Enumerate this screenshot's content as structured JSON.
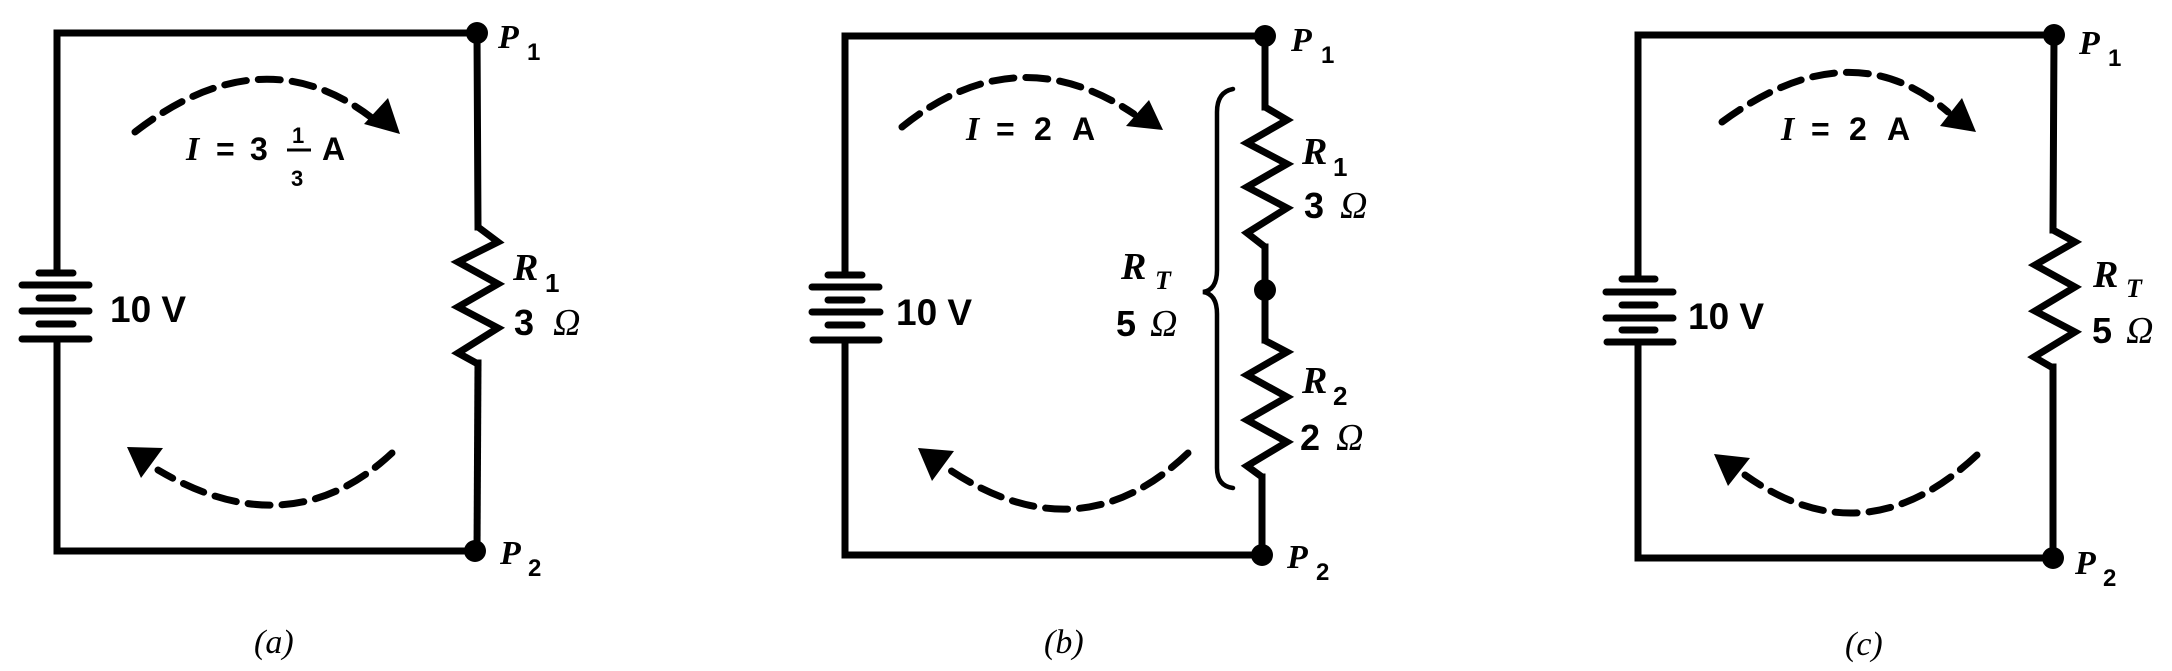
{
  "figure": {
    "panels": [
      {
        "id": "a",
        "caption": "(a)",
        "battery": {
          "voltage_label": "10 V"
        },
        "current": {
          "symbol": "I",
          "equals": "=",
          "whole": "3",
          "numerator": "1",
          "denominator": "3",
          "unit": "A"
        },
        "resistors": [
          {
            "name": "R",
            "subscript": "1",
            "value": "3",
            "unit": "Ω"
          }
        ],
        "nodes": [
          {
            "name": "P",
            "subscript": "1"
          },
          {
            "name": "P",
            "subscript": "2"
          }
        ]
      },
      {
        "id": "b",
        "caption": "(b)",
        "battery": {
          "voltage_label": "10 V"
        },
        "current": {
          "symbol": "I",
          "equals": "=",
          "value": "2",
          "unit": "A"
        },
        "resistors": [
          {
            "name": "R",
            "subscript": "1",
            "value": "3",
            "unit": "Ω"
          },
          {
            "name": "R",
            "subscript": "2",
            "value": "2",
            "unit": "Ω"
          }
        ],
        "total": {
          "name": "R",
          "subscript": "T",
          "value": "5",
          "unit": "Ω"
        },
        "nodes": [
          {
            "name": "P",
            "subscript": "1"
          },
          {
            "name": "P",
            "subscript": "2"
          }
        ]
      },
      {
        "id": "c",
        "caption": "(c)",
        "battery": {
          "voltage_label": "10 V"
        },
        "current": {
          "symbol": "I",
          "equals": "=",
          "value": "2",
          "unit": "A"
        },
        "resistors": [
          {
            "name": "R",
            "subscript": "T",
            "value": "5",
            "unit": "Ω"
          }
        ],
        "nodes": [
          {
            "name": "P",
            "subscript": "1"
          },
          {
            "name": "P",
            "subscript": "2"
          }
        ]
      }
    ]
  }
}
